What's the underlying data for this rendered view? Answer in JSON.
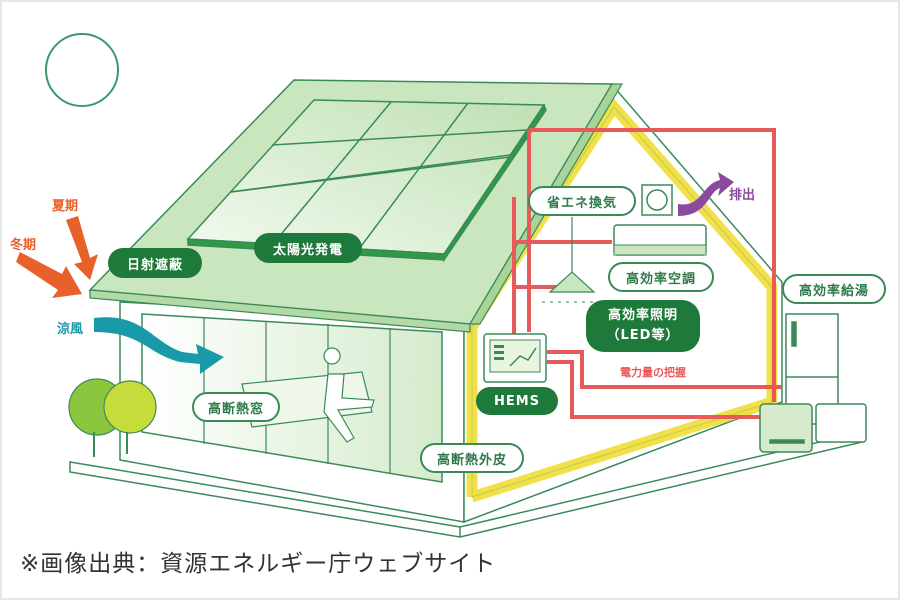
{
  "diagram": {
    "labels": {
      "summer": "夏期",
      "winter": "冬期",
      "sun_shading": "日射遮蔽",
      "solar_power": "太陽光発電",
      "cool_breeze": "涼風",
      "insulated_window": "高断熱窓",
      "insulated_envelope": "高断熱外皮",
      "energy_saving_ventilation": "省エネ換気",
      "exhaust": "排出",
      "efficient_aircon": "高効率空調",
      "efficient_lighting_line1": "高効率照明",
      "efficient_lighting_line2": "（LED等）",
      "power_monitoring": "電力量の把握",
      "hems": "HEMS",
      "efficient_water_heater": "高効率給湯"
    },
    "caption": "※画像出典：資源エネルギー庁ウェブサイト",
    "colors": {
      "roof": "#c9e6bf",
      "outline": "#3a8a58",
      "dark_label": "#1e7a3a",
      "insulation": "#f2e04a",
      "wiring": "#e85a5a",
      "arrow_orange": "#e8602a",
      "arrow_teal": "#1a9aa8",
      "arrow_purple": "#8a4aa0"
    }
  }
}
